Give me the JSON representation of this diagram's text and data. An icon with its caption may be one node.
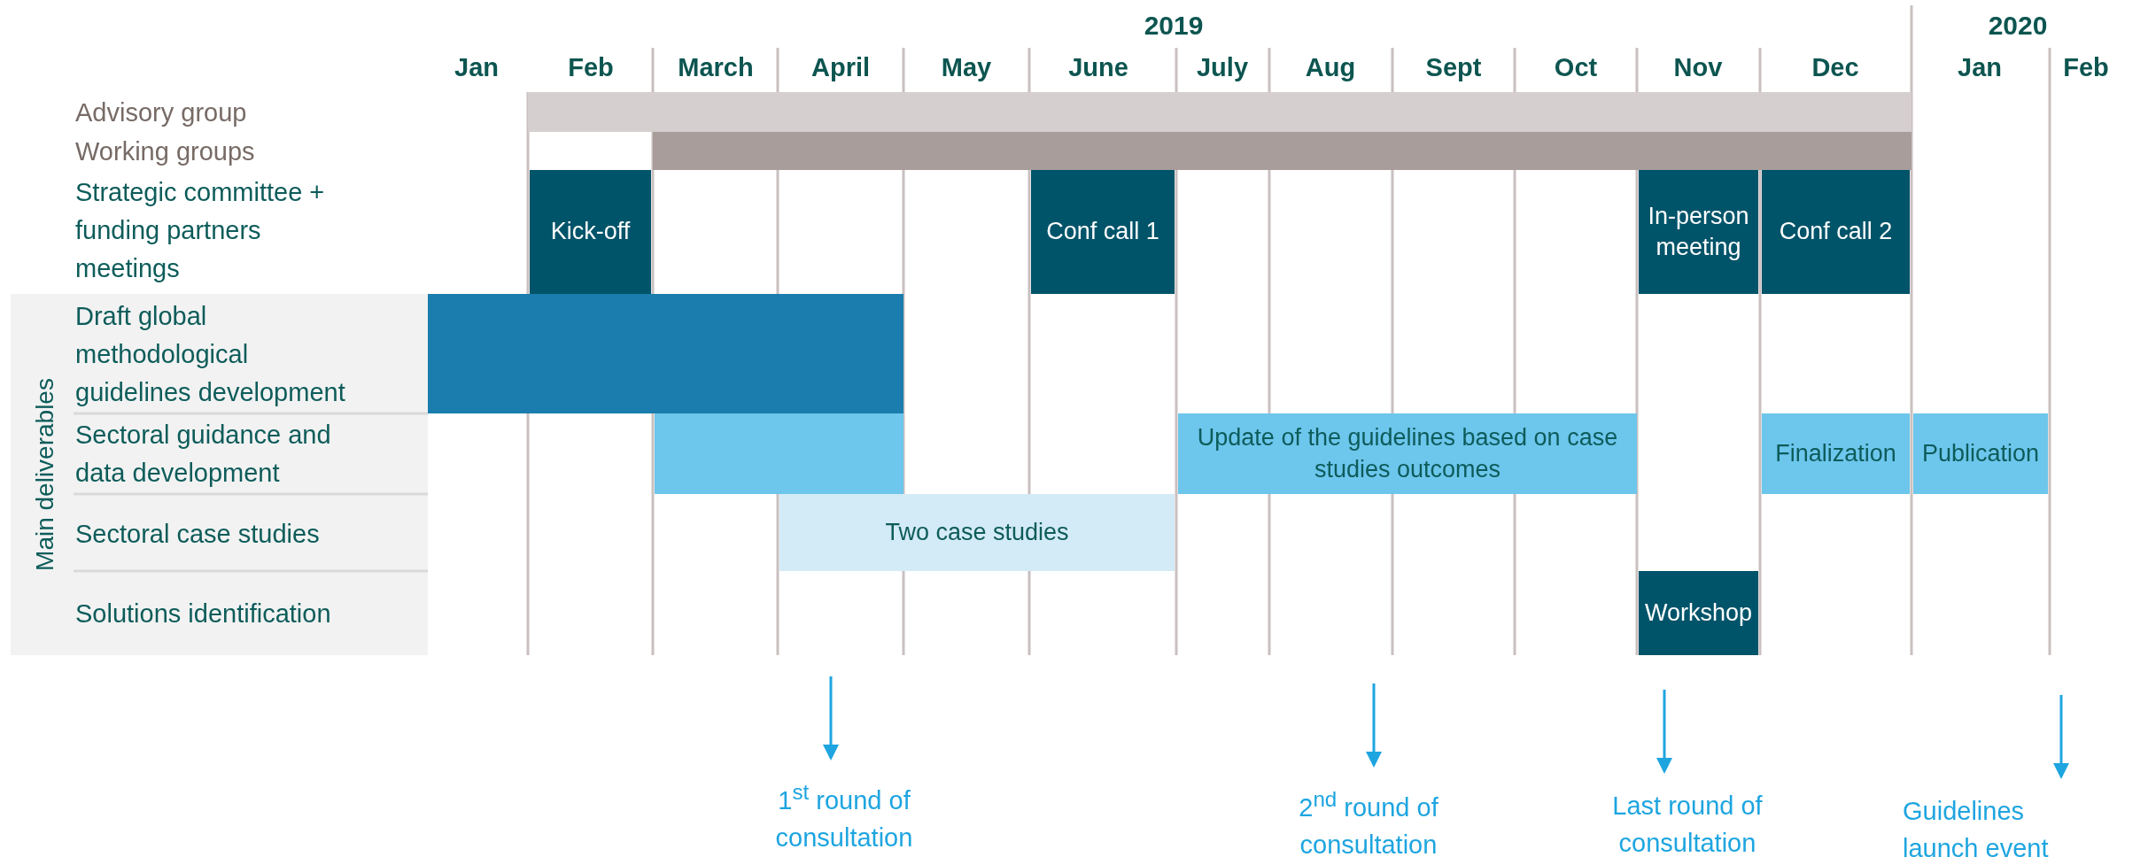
{
  "diagram": {
    "nodes": [
      {
        "text": [],
        "shape": "bar"
      },
      {
        "text": [],
        "shape": "bar"
      },
      {
        "text": [
          "Kick-off"
        ]
      },
      {
        "text": [
          "Conf call 1"
        ]
      },
      {
        "text": [
          "In-person meeting"
        ]
      },
      {
        "text": [
          "Conf call 2"
        ]
      },
      {
        "text": [
          "Main deliverables"
        ]
      },
      {
        "text": [],
        "shape": "bar"
      },
      {
        "text": [],
        "shape": "bar"
      },
      {
        "text": [
          "Update of the guidelines based on case studies outcomes"
        ]
      },
      {
        "text": [
          "Finalization"
        ]
      },
      {
        "text": [
          "Publication"
        ]
      },
      {
        "text": [
          "Two case studies"
        ]
      },
      {
        "text": [
          "Workshop"
        ]
      },
      {
        "text": [
          "1$^{st}$ round of consultation"
        ]
      },
      {
        "text": [
          "2$^{nd}$ round of consultation"
        ]
      },
      {
        "text": [
          "Last round of consultation"
        ]
      },
      {
        "text": [
          "Guidelines launch event"
        ]
      }
    ],
    "edges": [
      {
        "from": null,
        "to": 14,
        "arrow": "to"
      },
      {
        "from": null,
        "to": 15,
        "arrow": "to"
      },
      {
        "from": null,
        "to": 16,
        "arrow": "to"
      },
      {
        "from": null,
        "to": 17,
        "arrow": "to"
      }
    ],
    "labels": [
      "2019",
      "2020",
      "Jan",
      "Feb",
      "March",
      "April",
      "May",
      "June",
      "July",
      "Aug",
      "Sept",
      "Oct",
      "Nov",
      "Dec",
      "Jan",
      "Feb",
      "Advisory group",
      "Working groups",
      "Strategic committee + funding partners meetings",
      "Draft global methodological guidelines development",
      "Sectoral guidance and data development",
      "Sectoral case studies",
      "Solutions identification"
    ]
  }
}
